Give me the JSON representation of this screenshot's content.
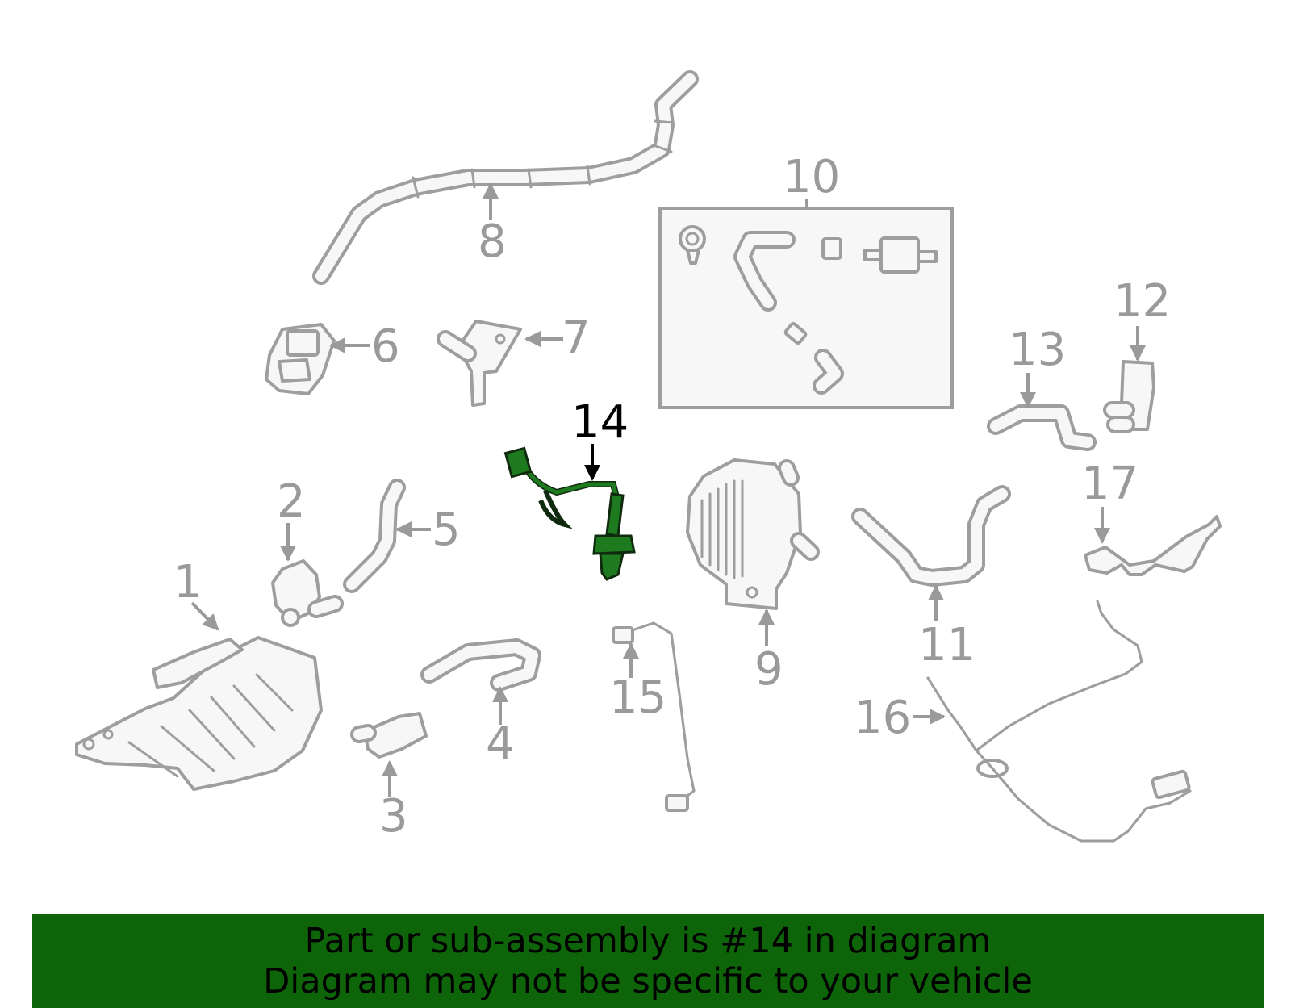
{
  "callouts": {
    "c1": "1",
    "c2": "2",
    "c3": "3",
    "c4": "4",
    "c5": "5",
    "c6": "6",
    "c7": "7",
    "c8": "8",
    "c9": "9",
    "c10": "10",
    "c11": "11",
    "c12": "12",
    "c13": "13",
    "c14": "14",
    "c15": "15",
    "c16": "16",
    "c17": "17"
  },
  "highlighted_part": "14",
  "colors": {
    "highlight_part": "#1e7a1e",
    "banner_background": "#0e6409",
    "part_outline": "#9e9e9e",
    "callout_text": "#9a9a9a",
    "highlight_callout": "#000000"
  },
  "banner": {
    "line1": "Part or sub-assembly is #14 in diagram",
    "line2": "Diagram may not be specific to your vehicle"
  }
}
